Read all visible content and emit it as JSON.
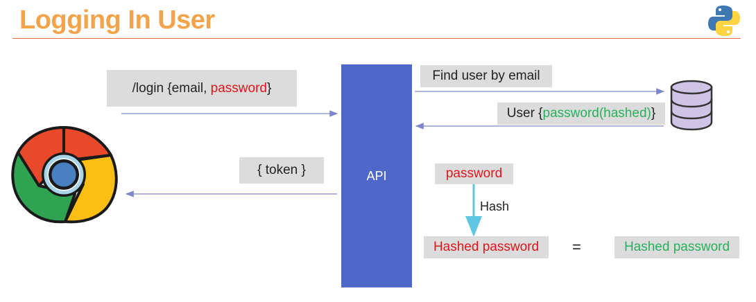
{
  "slide": {
    "title": "Logging In User"
  },
  "api": {
    "label": "API"
  },
  "login_request": {
    "prefix": "/login {email, ",
    "password": "password",
    "suffix": "}"
  },
  "find_user": {
    "label": "Find user by email"
  },
  "db_response": {
    "prefix": "User {",
    "password": "password(hashed)",
    "suffix": "}"
  },
  "token_response": {
    "label": "{ token }"
  },
  "hash_flow": {
    "input": "password",
    "step": "Hash",
    "output": "Hashed password",
    "equals": "=",
    "stored": "Hashed password"
  },
  "colors": {
    "title": "#f3a34a",
    "rule": "#e8693c",
    "api": "#4f67c9",
    "box": "#dcdcdc",
    "red_text": "#e0161c",
    "green_text": "#27b15d",
    "arrow": "#7f86c9",
    "hash_arrow": "#5fc7e3"
  },
  "icons": {
    "client": "chrome-browser-icon",
    "database": "database-icon",
    "logo": "python-logo-icon"
  }
}
